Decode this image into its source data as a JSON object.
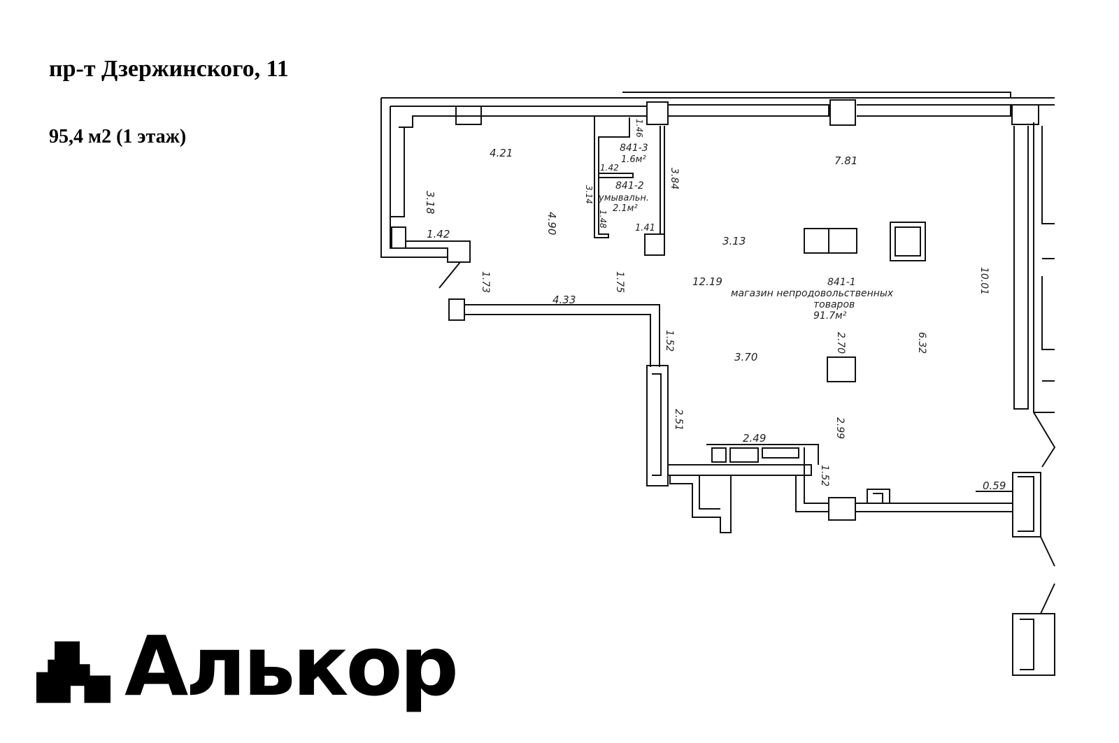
{
  "address": "пр-т Дзержинского, 11",
  "area": "95,4 м2 (1 этаж)",
  "brand": {
    "name": "Алькор",
    "icon": "alkor-logo-icon"
  },
  "floor_plan": {
    "rooms": {
      "main_id": "841-1",
      "main_name_line1": "магазин непродовольственных",
      "main_name_line2": "товаров",
      "main_area": "91.7м²",
      "wash_id": "841-2",
      "wash_name": "умывальн.",
      "wash_area": "2.1м²",
      "wc_id": "841-3",
      "wc_area": "1.6м²"
    },
    "dims": {
      "d_421": "4.21",
      "d_781": "7.81",
      "d_318": "3.18",
      "d_490": "4.90",
      "d_314": "3.14",
      "d_142a": "1.42",
      "d_146": "1.46",
      "d_384": "3.84",
      "d_148": "1.48",
      "d_141": "1.41",
      "d_142b": "1.42",
      "d_313": "3.13",
      "d_173": "1.73",
      "d_175": "1.75",
      "d_1219": "12.19",
      "d_1001": "10.01",
      "d_433": "4.33",
      "d_152a": "1.52",
      "d_370": "3.70",
      "d_270": "2.70",
      "d_632": "6.32",
      "d_251": "2.51",
      "d_249": "2.49",
      "d_299": "2.99",
      "d_152b": "1.52",
      "d_059": "0.59"
    }
  }
}
